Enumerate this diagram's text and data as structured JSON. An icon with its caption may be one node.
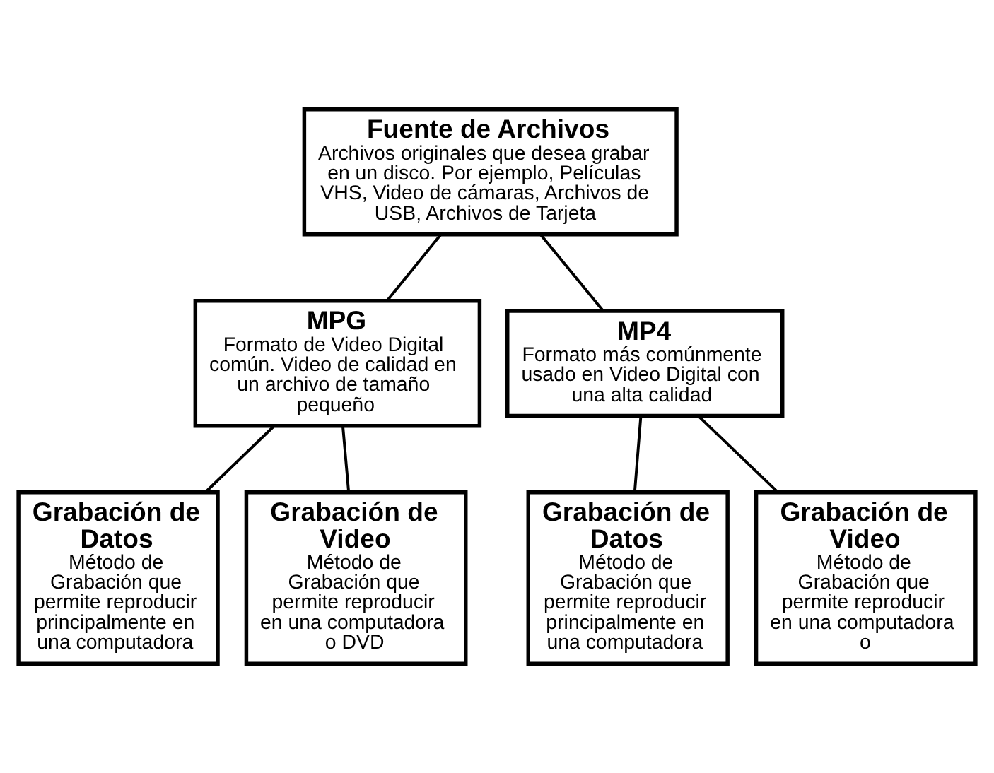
{
  "diagram": {
    "nodes": [
      {
        "text": [
          "Fuente de Archivos",
          "Archivos originales que desea grabar en un disco. Por ejemplo, Películas VHS, Video de cámaras, Archivos de USB, Archivos de Tarjeta"
        ]
      },
      {
        "text": [
          "MPG",
          "Formato de Video Digital común. Video de calidad en un archivo de tamaño pequeño"
        ]
      },
      {
        "text": [
          "MP4",
          "Formato más comúnmente usado en Video Digital con una alta calidad"
        ]
      },
      {
        "text": [
          "Grabación de Datos",
          "Método de Grabación que permite reproducir principalmente en una computadora"
        ]
      },
      {
        "text": [
          "Grabación de Video",
          "Método de Grabación que permite reproducir en una computadora o DVD"
        ]
      },
      {
        "text": [
          "Grabación de Datos",
          "Método de Grabación que permite reproducir principalmente en una computadora"
        ]
      },
      {
        "text": [
          "Grabación de Video",
          "Método de Grabación que permite reproducir en una computadora o"
        ]
      }
    ],
    "edges": [
      {
        "from": 0,
        "to": 1,
        "arrow": "none"
      },
      {
        "from": 0,
        "to": 2,
        "arrow": "none"
      },
      {
        "from": 1,
        "to": 3,
        "arrow": "none"
      },
      {
        "from": 1,
        "to": 4,
        "arrow": "none"
      },
      {
        "from": 2,
        "to": 5,
        "arrow": "none"
      },
      {
        "from": 2,
        "to": 6,
        "arrow": "none"
      }
    ]
  }
}
